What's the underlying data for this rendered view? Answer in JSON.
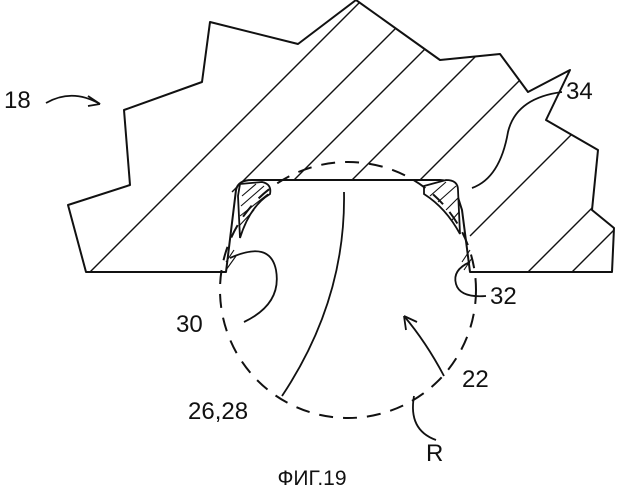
{
  "labels": {
    "part_18": "18",
    "part_34": "34",
    "part_30": "30",
    "part_32": "32",
    "part_22": "22",
    "part_26_28": "26,28",
    "part_R": "R"
  },
  "caption": "ФИГ.19",
  "colors": {
    "ink": "#111111",
    "background": "#ffffff"
  }
}
